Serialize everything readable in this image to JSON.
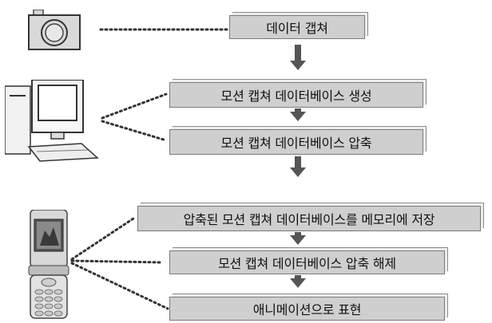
{
  "steps": [
    "데이터 갭쳐",
    "모션 캡쳐 데이터베이스 생성",
    "모션 캡쳐 데이터베이스 압축",
    "압축된 모션 캡쳐 데이터베이스를 메모리에 저장",
    "모션 캡쳐 데이터베이스 압축 해제",
    "애니메이션으로 표현"
  ],
  "devices": {
    "camera": "camera-icon",
    "computer": "desktop-computer-icon",
    "phone": "flip-phone-icon"
  },
  "colors": {
    "box_fill": "#cfcfcf",
    "arrow": "#555555",
    "dots": "#333333"
  }
}
